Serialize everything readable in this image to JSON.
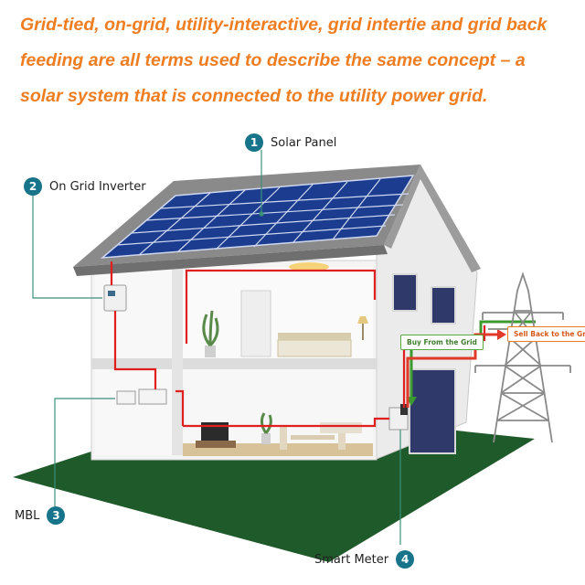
{
  "headline": "Grid-tied, on-grid, utility-interactive, grid intertie and grid back feeding are all terms used to describe the same concept – a solar system that is connected to the utility power grid.",
  "callouts": [
    {
      "number": "1",
      "label": "Solar Panel"
    },
    {
      "number": "2",
      "label": "On Grid Inverter"
    },
    {
      "number": "3",
      "label": "MBL"
    },
    {
      "number": "4",
      "label": "Smart Meter"
    }
  ],
  "flow_labels": {
    "buy": "Buy From the Grid",
    "sell": "Sell Back to the Grid"
  },
  "colors": {
    "headline": "#ef7d22",
    "badge": "#17748a",
    "wiring": "#e02020",
    "buy_arrow": "#3c9a2e",
    "sell_arrow": "#e03a2a",
    "ground": "#1f5a2a",
    "roof": "#8a8a8a",
    "solar_panel": "#1c3d8f"
  }
}
